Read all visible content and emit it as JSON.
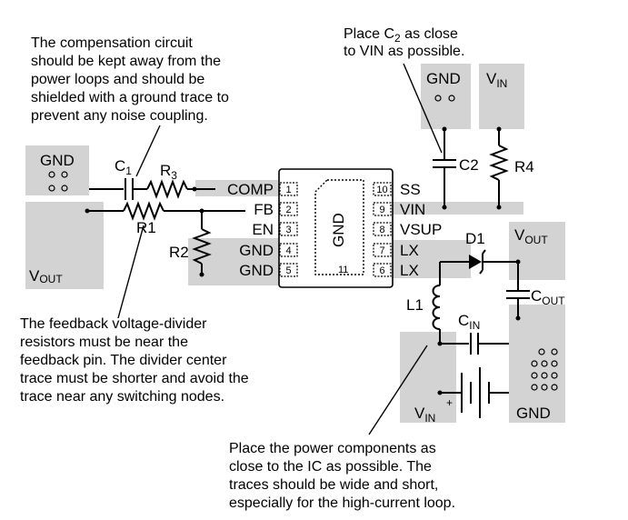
{
  "notes": {
    "compensation": [
      "The compensation circuit",
      "should be kept away from the",
      "power loops and should be",
      "shielded with a ground trace to",
      "prevent any noise coupling."
    ],
    "c2_prefix": "Place C",
    "c2_sub": "2",
    "c2_suffix": " as close",
    "c2_line2": "to VIN as possible.",
    "feedback": [
      "The feedback voltage-divider",
      "resistors must be near the",
      "feedback pin. The divider center",
      "trace must be shorter and avoid the",
      "trace near any switching nodes."
    ],
    "power": [
      "Place the power components as",
      "close to the IC as possible. The",
      "traces should be wide and short,",
      "especially for the high-current loop."
    ]
  },
  "components": {
    "c1": "C",
    "c1_sub": "1",
    "r3": "R",
    "r3_sub": "3",
    "r1": "R1",
    "r2": "R2",
    "c2": "C2",
    "r4": "R4",
    "d1": "D1",
    "l1": "L1",
    "cout": "C",
    "cout_sub": "OUT",
    "cin": "C",
    "cin_sub": "IN"
  },
  "net_labels": {
    "gnd_left": "GND",
    "vout_left": "V",
    "vout_left_sub": "OUT",
    "gnd_top": "GND",
    "vin_top": "V",
    "vin_top_sub": "IN",
    "vout_right": "V",
    "vout_right_sub": "OUT",
    "vin_bottom": "V",
    "vin_bottom_sub": "IN",
    "plus": "+",
    "gnd_bottom": "GND"
  },
  "ic": {
    "center_label": "GND",
    "pins_left": [
      {
        "num": "1",
        "name": "COMP"
      },
      {
        "num": "2",
        "name": "FB"
      },
      {
        "num": "3",
        "name": "EN"
      },
      {
        "num": "4",
        "name": "GND"
      },
      {
        "num": "5",
        "name": "GND"
      }
    ],
    "pins_right": [
      {
        "num": "10",
        "name": "SS"
      },
      {
        "num": "9",
        "name": "VIN"
      },
      {
        "num": "8",
        "name": "VSUP"
      },
      {
        "num": "7",
        "name": "LX"
      },
      {
        "num": "6",
        "name": "LX"
      }
    ],
    "thermal_pin": "11"
  }
}
